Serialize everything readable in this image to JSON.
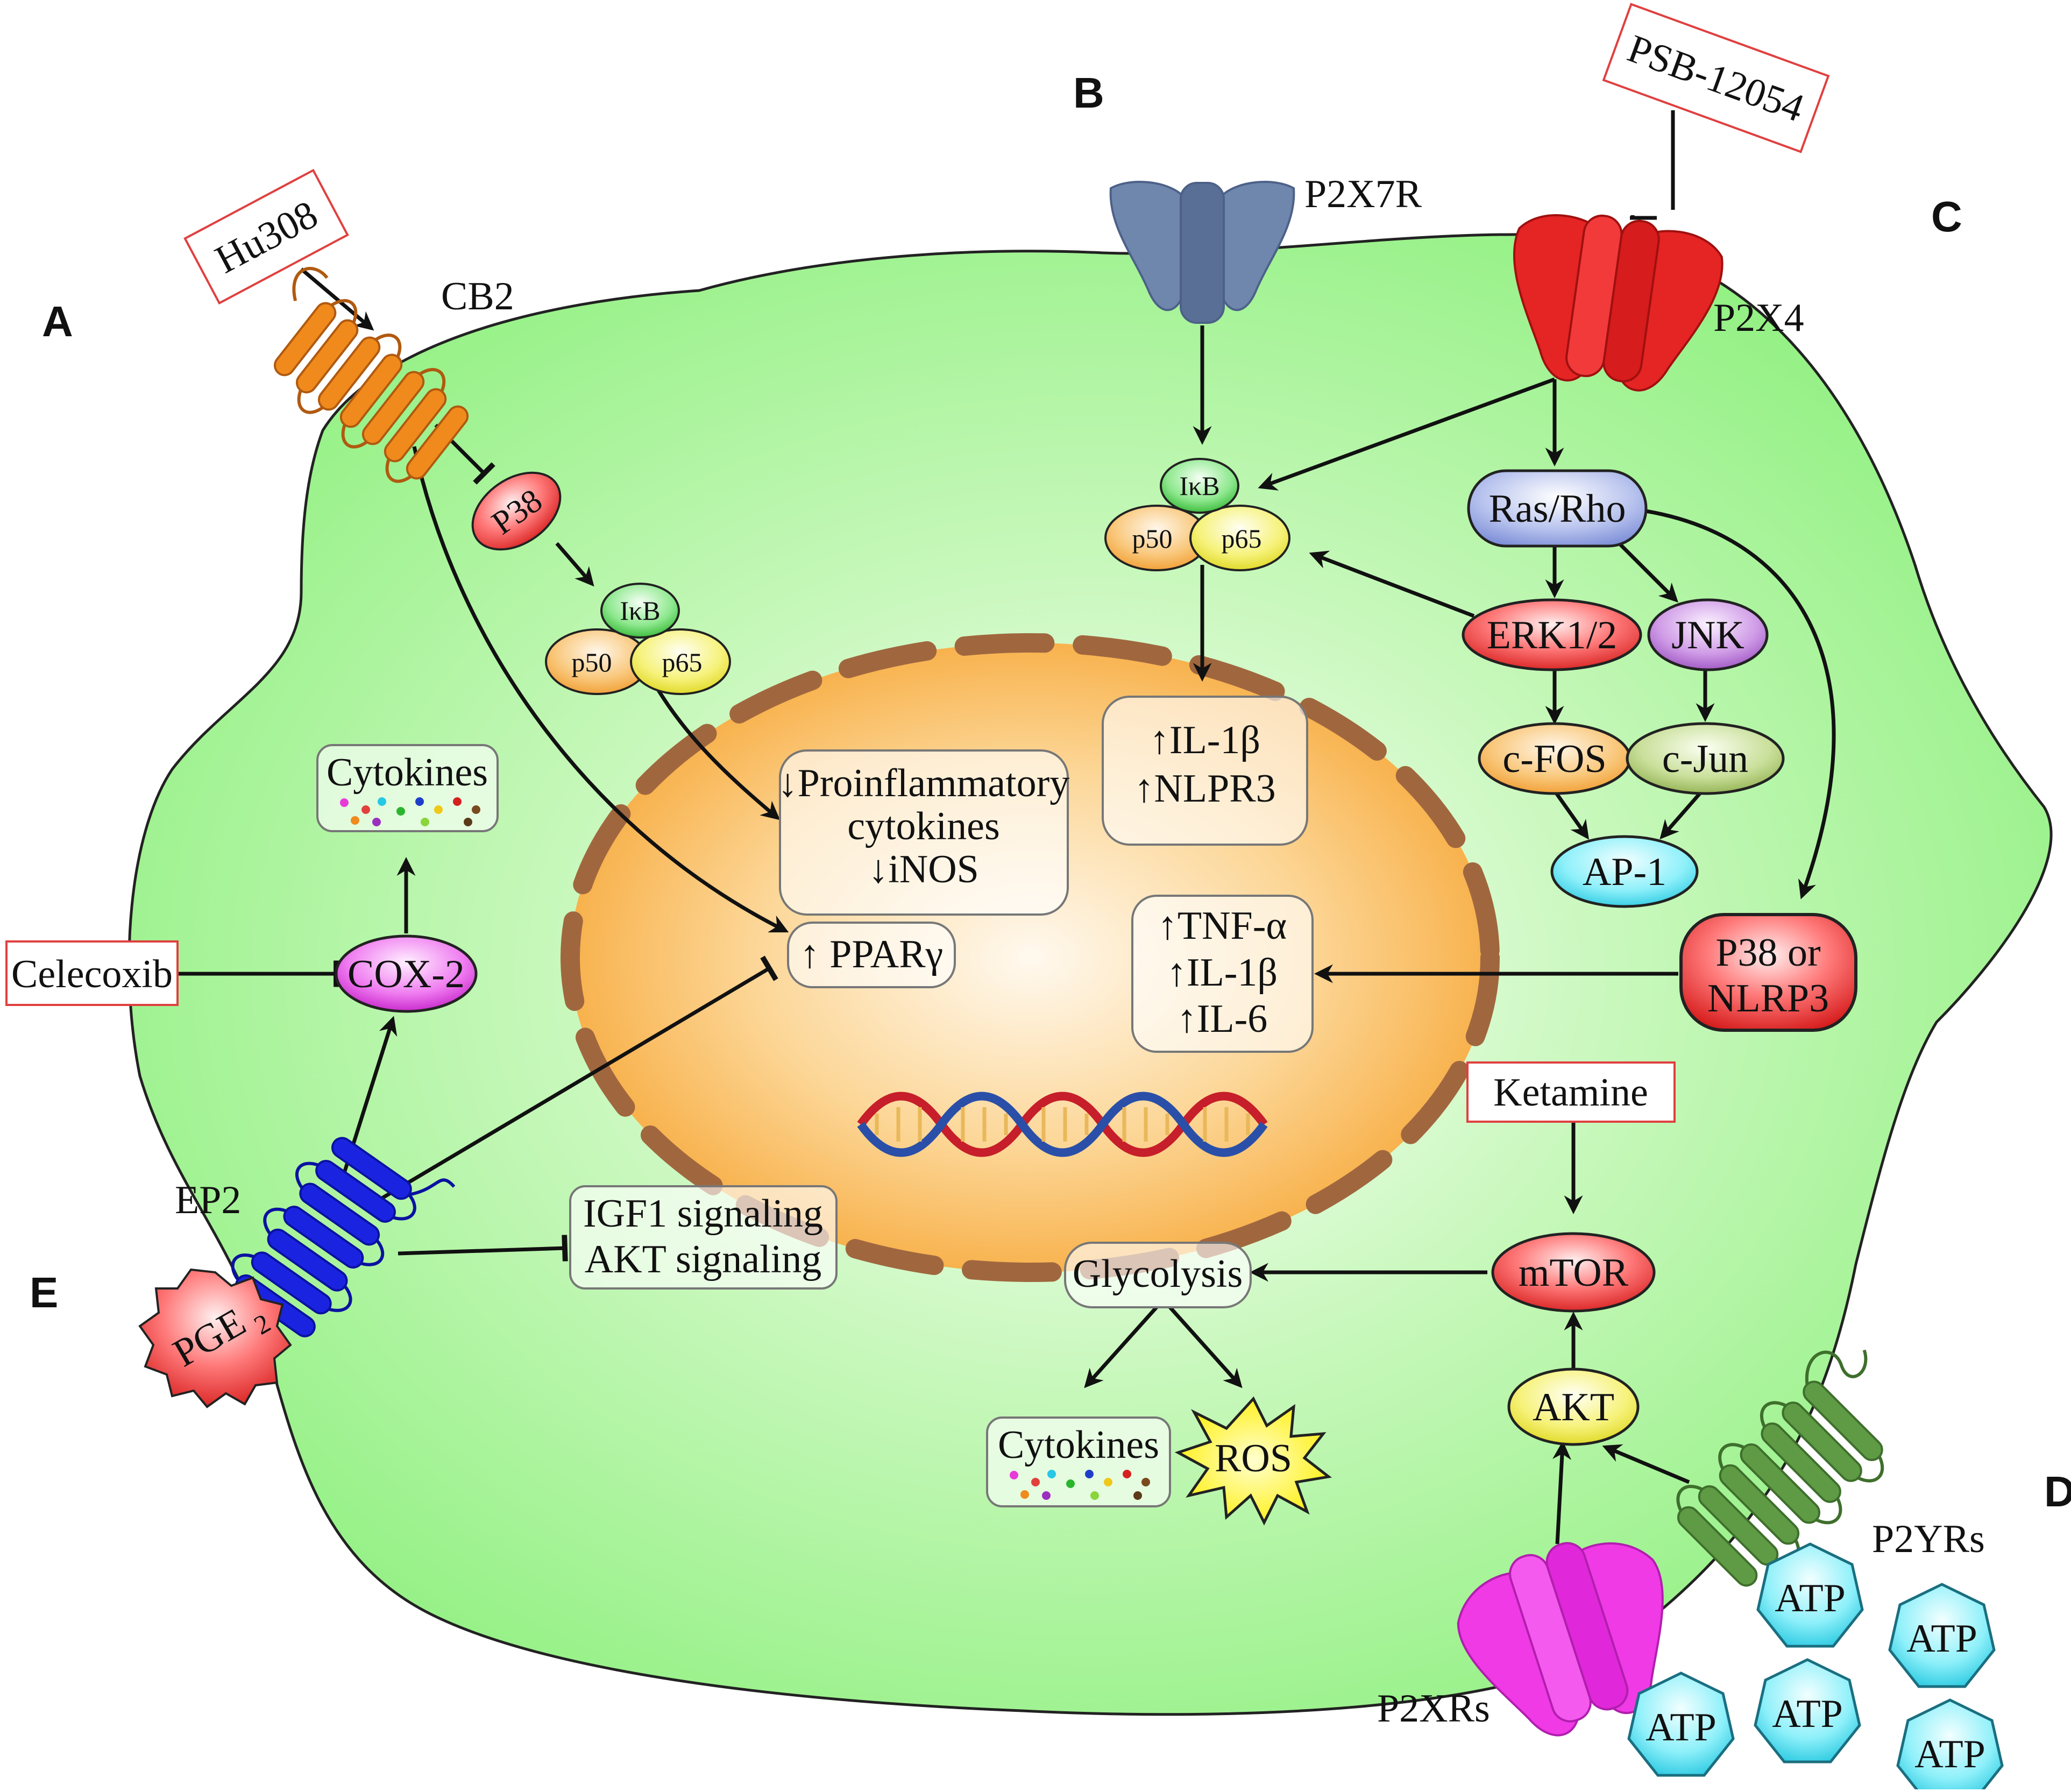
{
  "panels": {
    "a": "A",
    "b": "B",
    "c": "C",
    "d": "D",
    "e": "E"
  },
  "drugs": {
    "hu308": "Hu308",
    "psb": "PSB-12054",
    "celecoxib": "Celecoxib",
    "ketamine": "Ketamine"
  },
  "receptors": {
    "cb2": "CB2",
    "p2x7r": "P2X7R",
    "p2x4": "P2X4",
    "ep2": "EP2",
    "p2xrs": "P2XRs",
    "p2yrs": "P2YRs"
  },
  "molecules": {
    "p38_a": "P38",
    "ikb_a": "IκB",
    "p50_a": "p50",
    "p65_a": "p65",
    "ikb_b": "IκB",
    "p50_b": "p50",
    "p65_b": "p65",
    "ras_rho": "Ras/Rho",
    "erk": "ERK1/2",
    "jnk": "JNK",
    "cfos": "c-FOS",
    "cjun": "c-Jun",
    "ap1": "AP-1",
    "p38_nlrp3_line1": "P38 or",
    "p38_nlrp3_line2": "NLRP3",
    "cox2": "COX-2",
    "mtor": "mTOR",
    "akt": "AKT",
    "pge2": "PGE",
    "pge2_sub": "2",
    "ros": "ROS",
    "atp": "ATP"
  },
  "boxes": {
    "cytokines": "Cytokines",
    "proinflam": [
      "↓Proinflammatory",
      "cytokines",
      "↓iNOS"
    ],
    "il1b_nlpr3": [
      "↑IL-1β",
      "↑NLPR3"
    ],
    "pparg": "↑ PPARγ",
    "tnf": [
      "↑TNF-α",
      "↑IL-1β",
      "↑IL-6"
    ],
    "igf_akt": [
      "IGF1 signaling",
      "AKT signaling"
    ],
    "glycolysis": "Glycolysis"
  },
  "colors": {
    "cell": "#8ef07e",
    "nucleus": "#f7a93b",
    "membrane_dash": "#a0673f",
    "drug_border": "#e04040",
    "cb2": "#f08a1c",
    "p2x7r": "#6f86ad",
    "p2x4": "#e52424",
    "ep2": "#1a24e0",
    "p2xrs": "#f03ae6",
    "p2yrs": "#5f9a45",
    "atp": "#45d6ee"
  }
}
